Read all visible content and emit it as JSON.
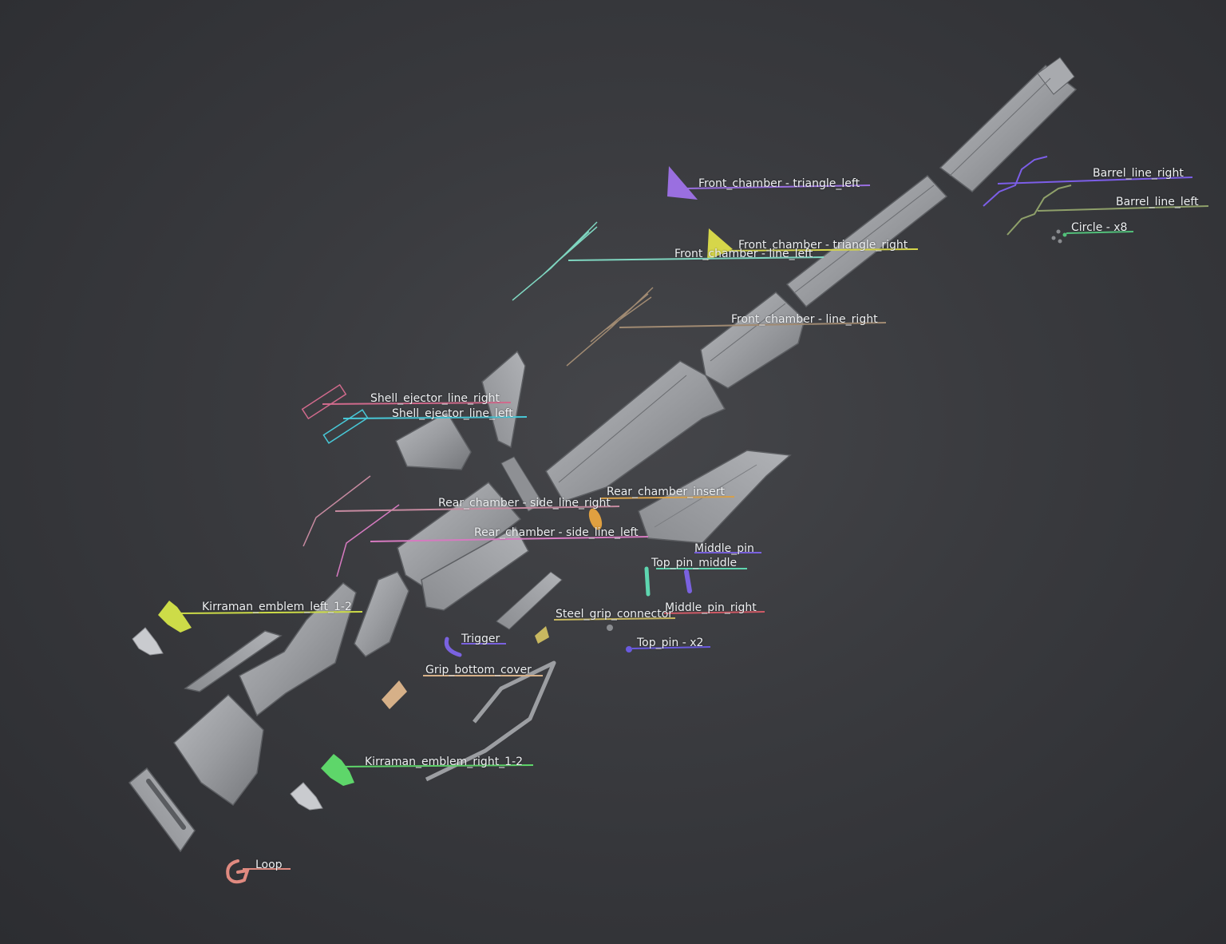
{
  "labels": [
    {
      "id": "front-chamber-triangle-left",
      "text": "Front_chamber - triangle_left",
      "color": "#9a6fe0"
    },
    {
      "id": "barrel-line-right",
      "text": "Barrel_line_right",
      "color": "#7c5ee8"
    },
    {
      "id": "barrel-line-left",
      "text": "Barrel_line_left",
      "color": "#8fa06a"
    },
    {
      "id": "circle-x8",
      "text": "Circle - x8",
      "color": "#52c07a"
    },
    {
      "id": "front-chamber-triangle-right",
      "text": "Front_chamber - triangle_right",
      "color": "#d6d64a"
    },
    {
      "id": "front-chamber-line-left",
      "text": "Front_chamber - line_left",
      "color": "#7fd6c0"
    },
    {
      "id": "front-chamber-line-right",
      "text": "Front_chamber - line_right",
      "color": "#a08a72"
    },
    {
      "id": "shell-ejector-line-right",
      "text": "Shell_ejector_line_right",
      "color": "#d06a8c"
    },
    {
      "id": "shell-ejector-line-left",
      "text": "Shell_ejector_line_left",
      "color": "#48c7d6"
    },
    {
      "id": "rear-chamber-insert",
      "text": "Rear_chamber_insert",
      "color": "#d6a04a"
    },
    {
      "id": "rear-chamber-side-line-right",
      "text": "Rear_chamber - side_line_right",
      "color": "#c68aa0"
    },
    {
      "id": "rear-chamber-side-line-left",
      "text": "Rear_chamber - side_line_left",
      "color": "#d67ac0"
    },
    {
      "id": "middle-pin",
      "text": "Middle_pin",
      "color": "#7a62e0"
    },
    {
      "id": "top-pin-middle",
      "text": "Top_pin_middle",
      "color": "#5ed6b0"
    },
    {
      "id": "kirraman-emblem-left",
      "text": "Kirraman_emblem_left_1-2",
      "color": "#cddc48"
    },
    {
      "id": "steel-grip-connector",
      "text": "Steel_grip_connector",
      "color": "#c8b860"
    },
    {
      "id": "middle-pin-right",
      "text": "Middle_pin_right",
      "color": "#d05a66"
    },
    {
      "id": "trigger",
      "text": "Trigger",
      "color": "#7a62e0"
    },
    {
      "id": "top-pin-x2",
      "text": "Top_pin - x2",
      "color": "#6a5ae0"
    },
    {
      "id": "grip-bottom-cover",
      "text": "Grip_bottom_cover",
      "color": "#d6b088"
    },
    {
      "id": "kirraman-emblem-right",
      "text": "Kirraman_emblem_right_1-2",
      "color": "#5ed66a"
    },
    {
      "id": "loop",
      "text": "Loop",
      "color": "#e08a80"
    }
  ],
  "colors": {
    "part_fill": "#9c9ea2",
    "part_light": "#b4b6ba",
    "part_dark": "#6c6e72"
  }
}
